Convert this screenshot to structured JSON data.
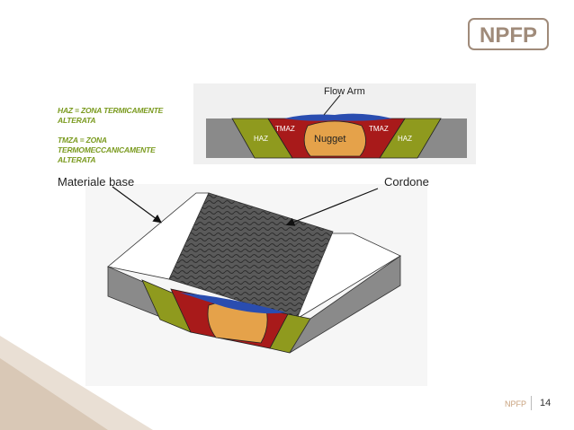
{
  "logo": {
    "text": "NPFP"
  },
  "legend": {
    "haz_line1": "HAZ = ZONA TERMICAMENTE",
    "haz_line2": "ALTERATA",
    "tmza_line1": "TMZA = ZONA",
    "tmza_line2": "TERMOMECCANICAMENTE",
    "tmza_line3": "ALTERATA"
  },
  "labels": {
    "base": "Materiale base",
    "cordone": "Cordone"
  },
  "cross_section": {
    "flow_arm": "Flow Arm",
    "haz_left": "HAZ",
    "tmaz_left": "TMAZ",
    "nugget": "Nugget",
    "tmaz_right": "TMAZ",
    "haz_right": "HAZ"
  },
  "footer": {
    "brand": "NPFP",
    "page": "14"
  },
  "colors": {
    "haz": "#8f9a1e",
    "tmaz": "#a81a1a",
    "nugget": "#e5a24a",
    "flow": "#2a4db0",
    "metal": "#8a8a8a",
    "legend_text": "#7a9a1e",
    "brand_accent": "#c9a27e"
  }
}
